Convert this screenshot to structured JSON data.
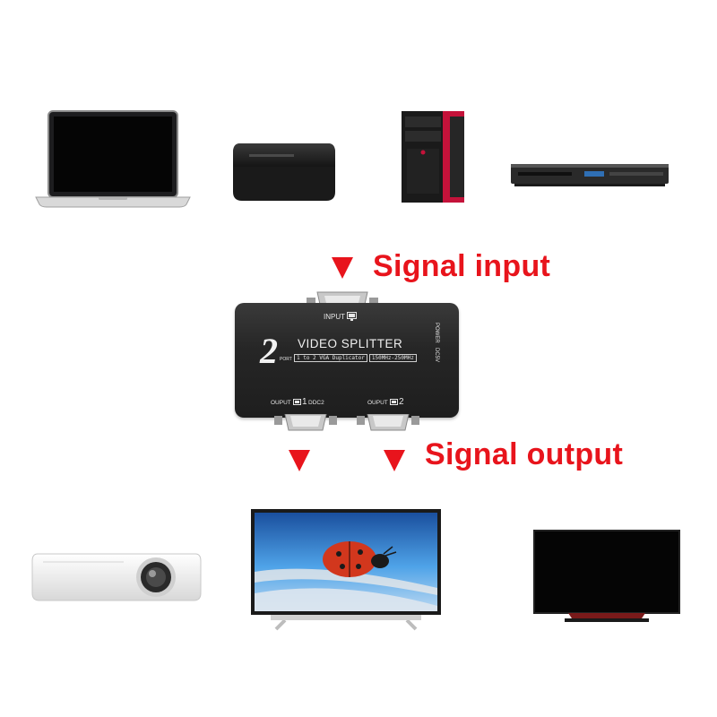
{
  "callouts": {
    "signal_input": "Signal input",
    "signal_output": "Signal output"
  },
  "device": {
    "input_label": "INPUT",
    "brand_numeral": "2",
    "port_word": "PORT",
    "title": "VIDEO SPLITTER",
    "subtitle_left": "1 to 2 VGA Duplicator",
    "subtitle_right": "150MHz-250MHz",
    "side_power": "POWER",
    "side_dc": "DC5V",
    "output1_label": "OUPUT",
    "output1_num": "1",
    "ddc_label": "DDC2",
    "output2_label": "OUPUT",
    "output2_num": "2"
  },
  "colors": {
    "callout": "#e8141c",
    "device_body": "#2b2b2b",
    "device_text": "#e6e6e6"
  },
  "icons": {
    "sources": [
      "laptop",
      "tv-box",
      "desktop-tower",
      "dvd-player"
    ],
    "displays": [
      "projector",
      "lcd-tv",
      "monitor"
    ]
  }
}
